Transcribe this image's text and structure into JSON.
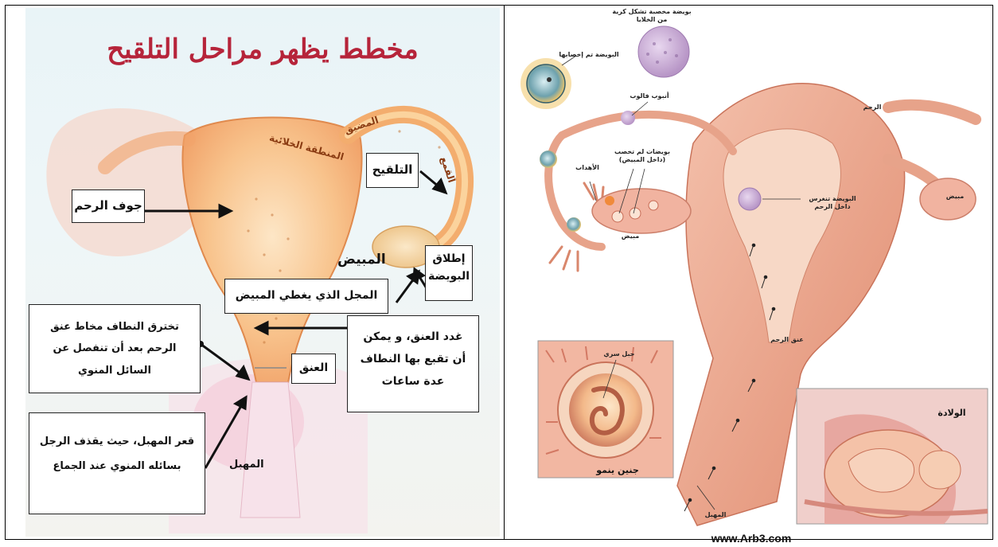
{
  "left_panel": {
    "title": "مخطط يظهر مراحل التلقيح",
    "boxes": {
      "uterus_cavity": "جوف الرحم",
      "fertilization": "التلقيح",
      "ovulation": "إطلاق البويضة",
      "fimbriae_over_ovary": "المجل الذي يغطي المبيض",
      "sperm_penetrate": "تخترق النطاف مخاط عنق الرحم بعد أن تنفصل عن السائل المنوي",
      "cervix": "العنق",
      "cervical_glands": "غدد العنق، و يمكن أن تقبع بها النطاف عدة ساعات",
      "vaginal_fornix": "قعر المهبل، حيث يقذف الرجل بسائله المنوي عند الجماع"
    },
    "overlay_labels": {
      "ampulla": "المنطقة الخلائية",
      "isthmus": "المضيق",
      "infundibulum": "القمع",
      "ovary": "المبيض",
      "vagina": "المهبل"
    }
  },
  "right_panel": {
    "labels": {
      "fertilized_egg_cluster": "بويضة مخصبة تشكل كرية من الخلايا",
      "fertilized_egg": "البويضة تم إخصابها",
      "fallopian_tube": "أنبوب فالوب",
      "uterus": "الرحم",
      "unfertilized_eggs": "بويضات لم تخصب (داخل المبيض)",
      "fimbriae": "الأهداب",
      "ovary_left": "مبيض",
      "ovary_right": "مبيض",
      "implantation": "البويضة تنغرس داخل الرحم",
      "cervix": "عنق الرحم",
      "umbilical_cord": "حبل سري",
      "growing_fetus": "جنين ينمو",
      "birth": "الولادة",
      "vagina": "المهبل"
    },
    "footer": "www.Arb3.com"
  },
  "colors": {
    "title_red": "#b6243a",
    "tissue_orange": "#f7b26b",
    "tissue_pink": "#e7a08d",
    "background_left": "#e9f4f7"
  }
}
